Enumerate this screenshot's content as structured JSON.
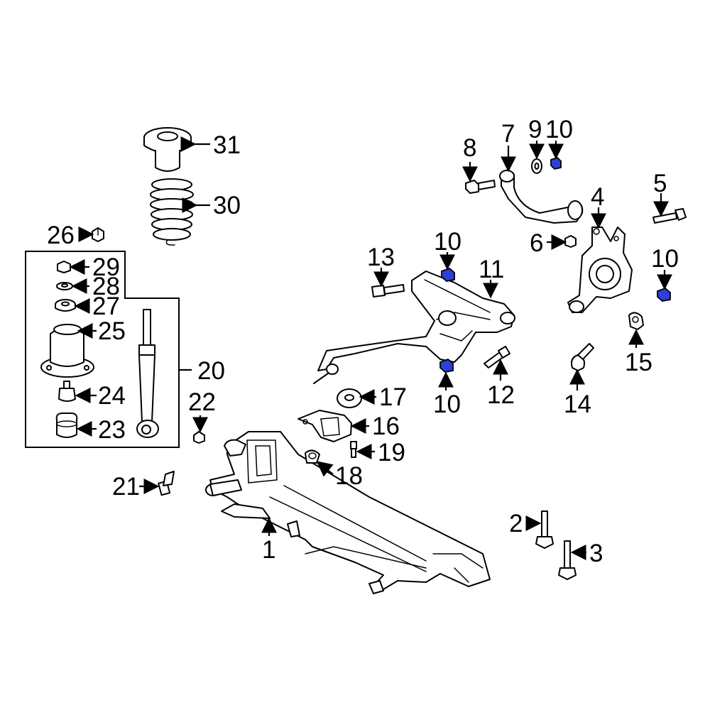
{
  "callouts": {
    "c1": "1",
    "c2": "2",
    "c3": "3",
    "c4": "4",
    "c5": "5",
    "c6": "6",
    "c7": "7",
    "c8": "8",
    "c9": "9",
    "c10a": "10",
    "c10b": "10",
    "c10c": "10",
    "c10d": "10",
    "c11": "11",
    "c12": "12",
    "c13": "13",
    "c14": "14",
    "c15": "15",
    "c16": "16",
    "c17": "17",
    "c18": "18",
    "c19": "19",
    "c20": "20",
    "c21": "21",
    "c22": "22",
    "c23": "23",
    "c24": "24",
    "c25": "25",
    "c26": "26",
    "c27": "27",
    "c28": "28",
    "c29": "29",
    "c30": "30",
    "c31": "31"
  },
  "colors": {
    "highlight": "#2e3fd8",
    "line": "#000000",
    "background": "#ffffff"
  }
}
